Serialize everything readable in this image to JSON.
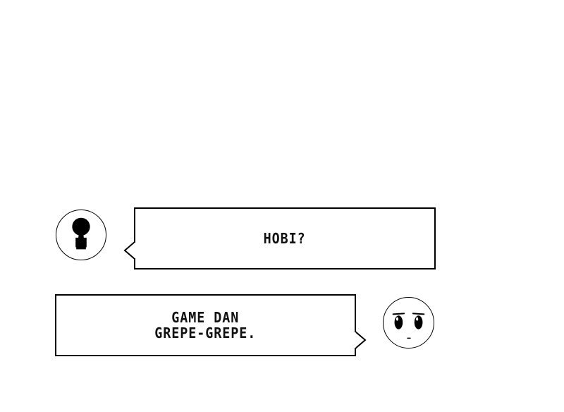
{
  "messages": [
    {
      "speaker": "left",
      "text": "HOBI?",
      "avatar_icon": "keyhole-person-icon"
    },
    {
      "speaker": "right",
      "text": "GAME DAN\nGREPE-GREPE.",
      "avatar_icon": "chibi-face-icon"
    }
  ],
  "colors": {
    "background": "#ffffff",
    "ink": "#000000"
  }
}
